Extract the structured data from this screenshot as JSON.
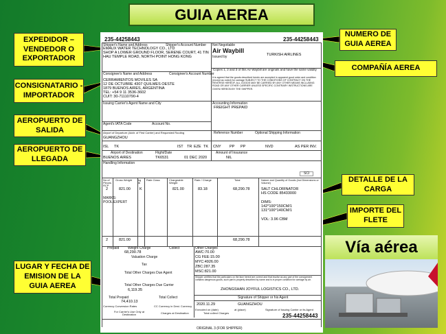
{
  "title": "GUIA AEREA",
  "labels": {
    "expedidor": "EXPEDIDOR – VENDEDOR O EXPORTADOR",
    "consignatario": "CONSIGNATARIO - IMPORTADOR",
    "salida": "AEROPUERTO DE SALIDA",
    "llegada": "AEROPUERTO DE LLEGADA",
    "lugar": "LUGAR Y FECHA DE EMISION DE LA GUIA AEREA",
    "numero": "NUMERO DE GUIA AEREA",
    "compania": "COMPAÑÍA AEREA",
    "detalle": "DETALLE DE LA CARGA",
    "importe": "IMPORTE DEL FLETE"
  },
  "photo_caption": "Vía aérea",
  "awb": {
    "number": "235-44258443",
    "shipper_label": "Shipper's Name and Address",
    "shipper_acct_label": "Shipper's Account Number",
    "shipper": [
      "EMAUX WATER TECHNOLOGY CO., LTD",
      "SHOP A LOWER GROUND FLOOR, SERENE COURT, 41 TIN",
      "HAU TEMPLE ROAD, NORTH POINT HONG KONG"
    ],
    "not_negotiable": "Not Negotiable",
    "air_waybill": "Air Waybill",
    "issued_by": "Issued by",
    "carrier": "TURKISH AIRLINES",
    "copies": "Copies 1, 2 and 3 of this Air Waybill are originals and have the same validity",
    "conditions": "It is agreed that the goods described herein are accepted in apparent good order and condition (except as noted) for carriage SUBJECT TO THE CONDITIONS OF CONTRACT ON THE REVERSE HEREOF. ALL GOODS MAY BE CARRIED BY ANY OTHER MEANS INCLUDING ROAD OR ANY OTHER CARRIER UNLESS SPECIFIC CONTRARY INSTRUCTIONS ARE GIVEN HEREON BY THE SHIPPER.",
    "consignee_label": "Consignee's Name and Address",
    "consignee_acct_label": "Consignee's Account Number",
    "consignee": [
      "CERRAMIENTOS MOVILES SA",
      "12 DE OCTUBRE 4307 QUILMES OESTE",
      "1879 BUENOS AIRES, ARGENTINA",
      "TEL: +54 9 11 3536-3602",
      "CUIT: 30-71110790-4"
    ],
    "issuing_label": "Issuing Carrier's Agent Name and City",
    "accounting_label": "Accounting Information",
    "accounting": "FREIGHT PREPAID",
    "iata_label": "Agent's IATA Code",
    "account_no_label": "Account No.",
    "departure_label": "Airport of Departure (Addr. of First Carrier) and Requested Routing",
    "departure": "GUANGZHOU",
    "reference_label": "Reference Number",
    "optional_label": "Optional Shipping Information",
    "routing": [
      "ISL",
      "TK",
      "IST",
      "TR",
      "EZE",
      "TK",
      "CNY",
      "PP",
      "PP",
      "NVD",
      "AS PER INV."
    ],
    "destination_label": "Airport of Destination",
    "flight_label": "Flight/Date",
    "destination": "BUENOS AIRES",
    "flight": "TK6531",
    "date": "01 DEC 2020",
    "insurance_label": "Amount of Insurance",
    "insurance": "NIL",
    "handling_label": "Handling Information",
    "sci": "SCI",
    "table_headers": [
      "No.of Pieces RCP",
      "Gross Weight",
      "kg lb",
      "Rate Class",
      "Chargeable Weight",
      "Rate / Charge",
      "Total",
      "Nature and Quantity of Goods (incl Dimensions or Volume)"
    ],
    "row": {
      "pieces": "2",
      "gross": "821.00",
      "kg": "K",
      "chargeable": "821.00",
      "rate": "83.18",
      "total": "68,290.78"
    },
    "marks": [
      "MARKS:",
      "POOL EXPERT"
    ],
    "goods": [
      "SALT CHLORINATOR",
      "HS CODE 85433000",
      "",
      "DIMS:",
      "142*100*150CM/1",
      "131*100*140CM/1",
      "",
      "VOL: 3.96 CBM"
    ],
    "totals": {
      "pieces": "2",
      "gross": "821.00",
      "total": "68,290.78"
    },
    "charges_labels": [
      "Prepaid",
      "Weight Charge",
      "Collect",
      "Valuation Charge",
      "Tax",
      "Total Other Charges Due Agent",
      "Total Other Charges Due Carrier",
      "Total Prepaid",
      "Total Collect",
      "Currency Conversion Rates",
      "CC Currency in Dest. Currency",
      "For Carrier's Use Only at Destination",
      "Charges at Destination",
      "Total collect Charges"
    ],
    "weight_charge": "68,290.78",
    "due_carrier": "6,119.35",
    "total_prepaid": "74,410.13",
    "other_charges_label": "Other Charges",
    "other_charges": [
      "AWC:70.00",
      "CG FEE:15.00",
      "MYC:4926.00",
      "ZBC:287.35",
      "MSC:821.00"
    ],
    "shipper_cert": "Shipper certifies that the particulars on the face hereof are correct and that insofar as any part of the consignment contains dangerous goods, such part is properly described by name and is in proper condition for carriage by air.",
    "agent": "ZHONGSHAN JOYFUL LOGISTICS CO., LTD.",
    "sig_shipper": "Signature of Shipper or his Agent",
    "exec_date": "2020.11.29",
    "exec_place": "GUANGZHOU",
    "executed_on": "Executed on (date)",
    "at_place": "at (place)",
    "sig_carrier": "Signature of Issuing Carrier or its Agent",
    "original": "ORIGINAL 3 (FOR SHIPPER)"
  }
}
